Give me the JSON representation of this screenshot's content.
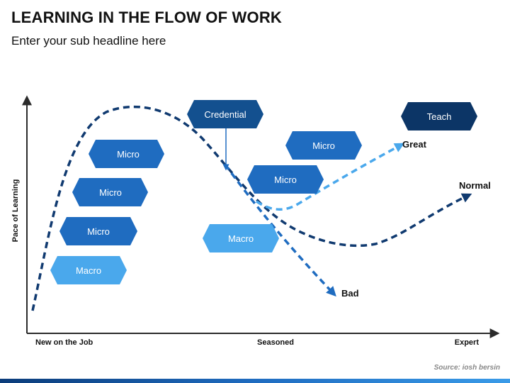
{
  "header": {
    "title": "LEARNING IN THE FLOW OF WORK",
    "subtitle": "Enter your sub headline here"
  },
  "axes": {
    "y_label": "Pace of Learning",
    "x_ticks": [
      "New on the Job",
      "Seasoned",
      "Expert"
    ]
  },
  "badges": [
    {
      "label": "Micro",
      "color": "#1f6cc0"
    },
    {
      "label": "Micro",
      "color": "#1f6cc0"
    },
    {
      "label": "Micro",
      "color": "#1f6cc0"
    },
    {
      "label": "Macro",
      "color": "#4aa8ec"
    },
    {
      "label": "Credential",
      "color": "#13508f"
    },
    {
      "label": "Micro",
      "color": "#1f6cc0"
    },
    {
      "label": "Micro",
      "color": "#1f6cc0"
    },
    {
      "label": "Macro",
      "color": "#4aa8ec"
    },
    {
      "label": "Teach",
      "color": "#0c3566"
    }
  ],
  "curves": {
    "main": {
      "color": "#103a70"
    },
    "great": {
      "label": "Great",
      "color": "#4aa8ec"
    },
    "normal": {
      "label": "Normal",
      "color": "#103a70"
    },
    "bad": {
      "label": "Bad",
      "color": "#1f6cc0"
    }
  },
  "source": "Source: iosh bersin",
  "colors": {
    "axis": "#2b2b2b",
    "badge_text": "#ffffff"
  }
}
